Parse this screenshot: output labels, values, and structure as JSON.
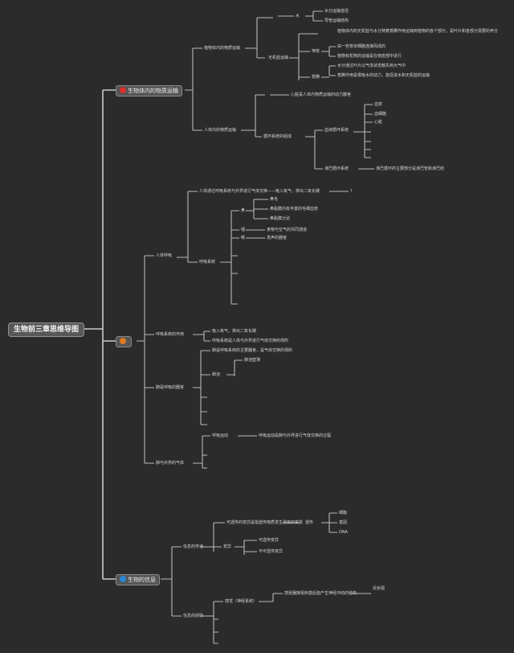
{
  "root": {
    "title": "生物前三章思维导图"
  },
  "branch1": {
    "title": "生物体内的物质运输",
    "icon": "red-circle-icon",
    "color": "#d9302a",
    "n1": "植物体内的物质运输",
    "n1_a": "水",
    "n1_a1": "水分运输途径",
    "n1_a2": "导管运输结构",
    "n1_b": "无机盐运输",
    "n1_b_top": "植物体内的无机盐与水分随着蒸腾作用运输到植物的各个部分，是叶片和各部分需要的养分",
    "n1_b1": "筛管",
    "n1_b1a": "由一些管状细胞连接而成的",
    "n1_b1b": "植物有机物的运输是在韧皮部中进行",
    "n1_b2": "蒸腾",
    "n1_b2a": "水分通过叶片以气体状态散失到大气中",
    "n1_b2b": "蒸腾作用是根吸水的动力，能促进水和无机盐的运输",
    "n2": "人体内的物质运输",
    "n2_top": "心脏是人体内物质运输的动力器官",
    "n2_b": "循环系统的组成",
    "n2_b1": "血液循环系统",
    "n2_b1a": "血浆",
    "n2_b1b": "血细胞",
    "n2_b1c": "心脏",
    "n2_b2": "淋巴循环系统",
    "n2_b2a": "淋巴循环的主要部分是淋巴管和淋巴结"
  },
  "branch2": {
    "title": "",
    "icon": "orange-circle-icon",
    "color": "#e07a20",
    "n1": "人体呼吸",
    "n1_top": "人体通过呼吸系统与外界进行气体交换——吸入氧气，排出二氧化碳",
    "n1_top_end": "?",
    "n1_b": "呼吸系统",
    "n1_b1": "鼻",
    "n1_b1a": "鼻毛",
    "n1_b1b": "鼻黏膜内有丰富的毛细血管",
    "n1_b1c": "鼻黏膜分泌",
    "n1_b2": "咽",
    "n1_b2a": "食物与空气的共同通道",
    "n1_b3": "喉",
    "n1_b3a": "发声的器官",
    "n2": "呼吸系统的作用",
    "n2a": "吸入氧气，排出二氧化碳",
    "n2b": "呼吸系统是人体与外界进行气体交换的场所",
    "n3": "肺是呼吸的器官",
    "n3_top": "肺是呼吸系统的主要器官，是气体交换的场所",
    "n3_b": "肺泡",
    "n3_b1": "肺泡壁薄",
    "n4": "肺与外界的气体",
    "n4_b": "呼吸运动",
    "n4_b1": "呼吸运动是肺与外界进行气体交换的过程"
  },
  "branch3": {
    "title": "生物的信息",
    "icon": "blue-info-icon",
    "color": "#2a86d6",
    "n1": "信息的传递",
    "n1a": "可遗传的变异是指遗传物质发生改变的变异",
    "n1a_end": "遗传",
    "n1a_1": "细胞",
    "n1a_2": "基因",
    "n1a_3": "DNA",
    "n1b": "变异",
    "n1b_1": "可遗传变异",
    "n1b_2": "不可遗传变异",
    "n2": "信息的获取",
    "n2a": "感觉（神经系统）",
    "n2a_1": "感受器接受刺激后能产生神经冲动的结构",
    "n2a_1_end": "反射弧"
  }
}
